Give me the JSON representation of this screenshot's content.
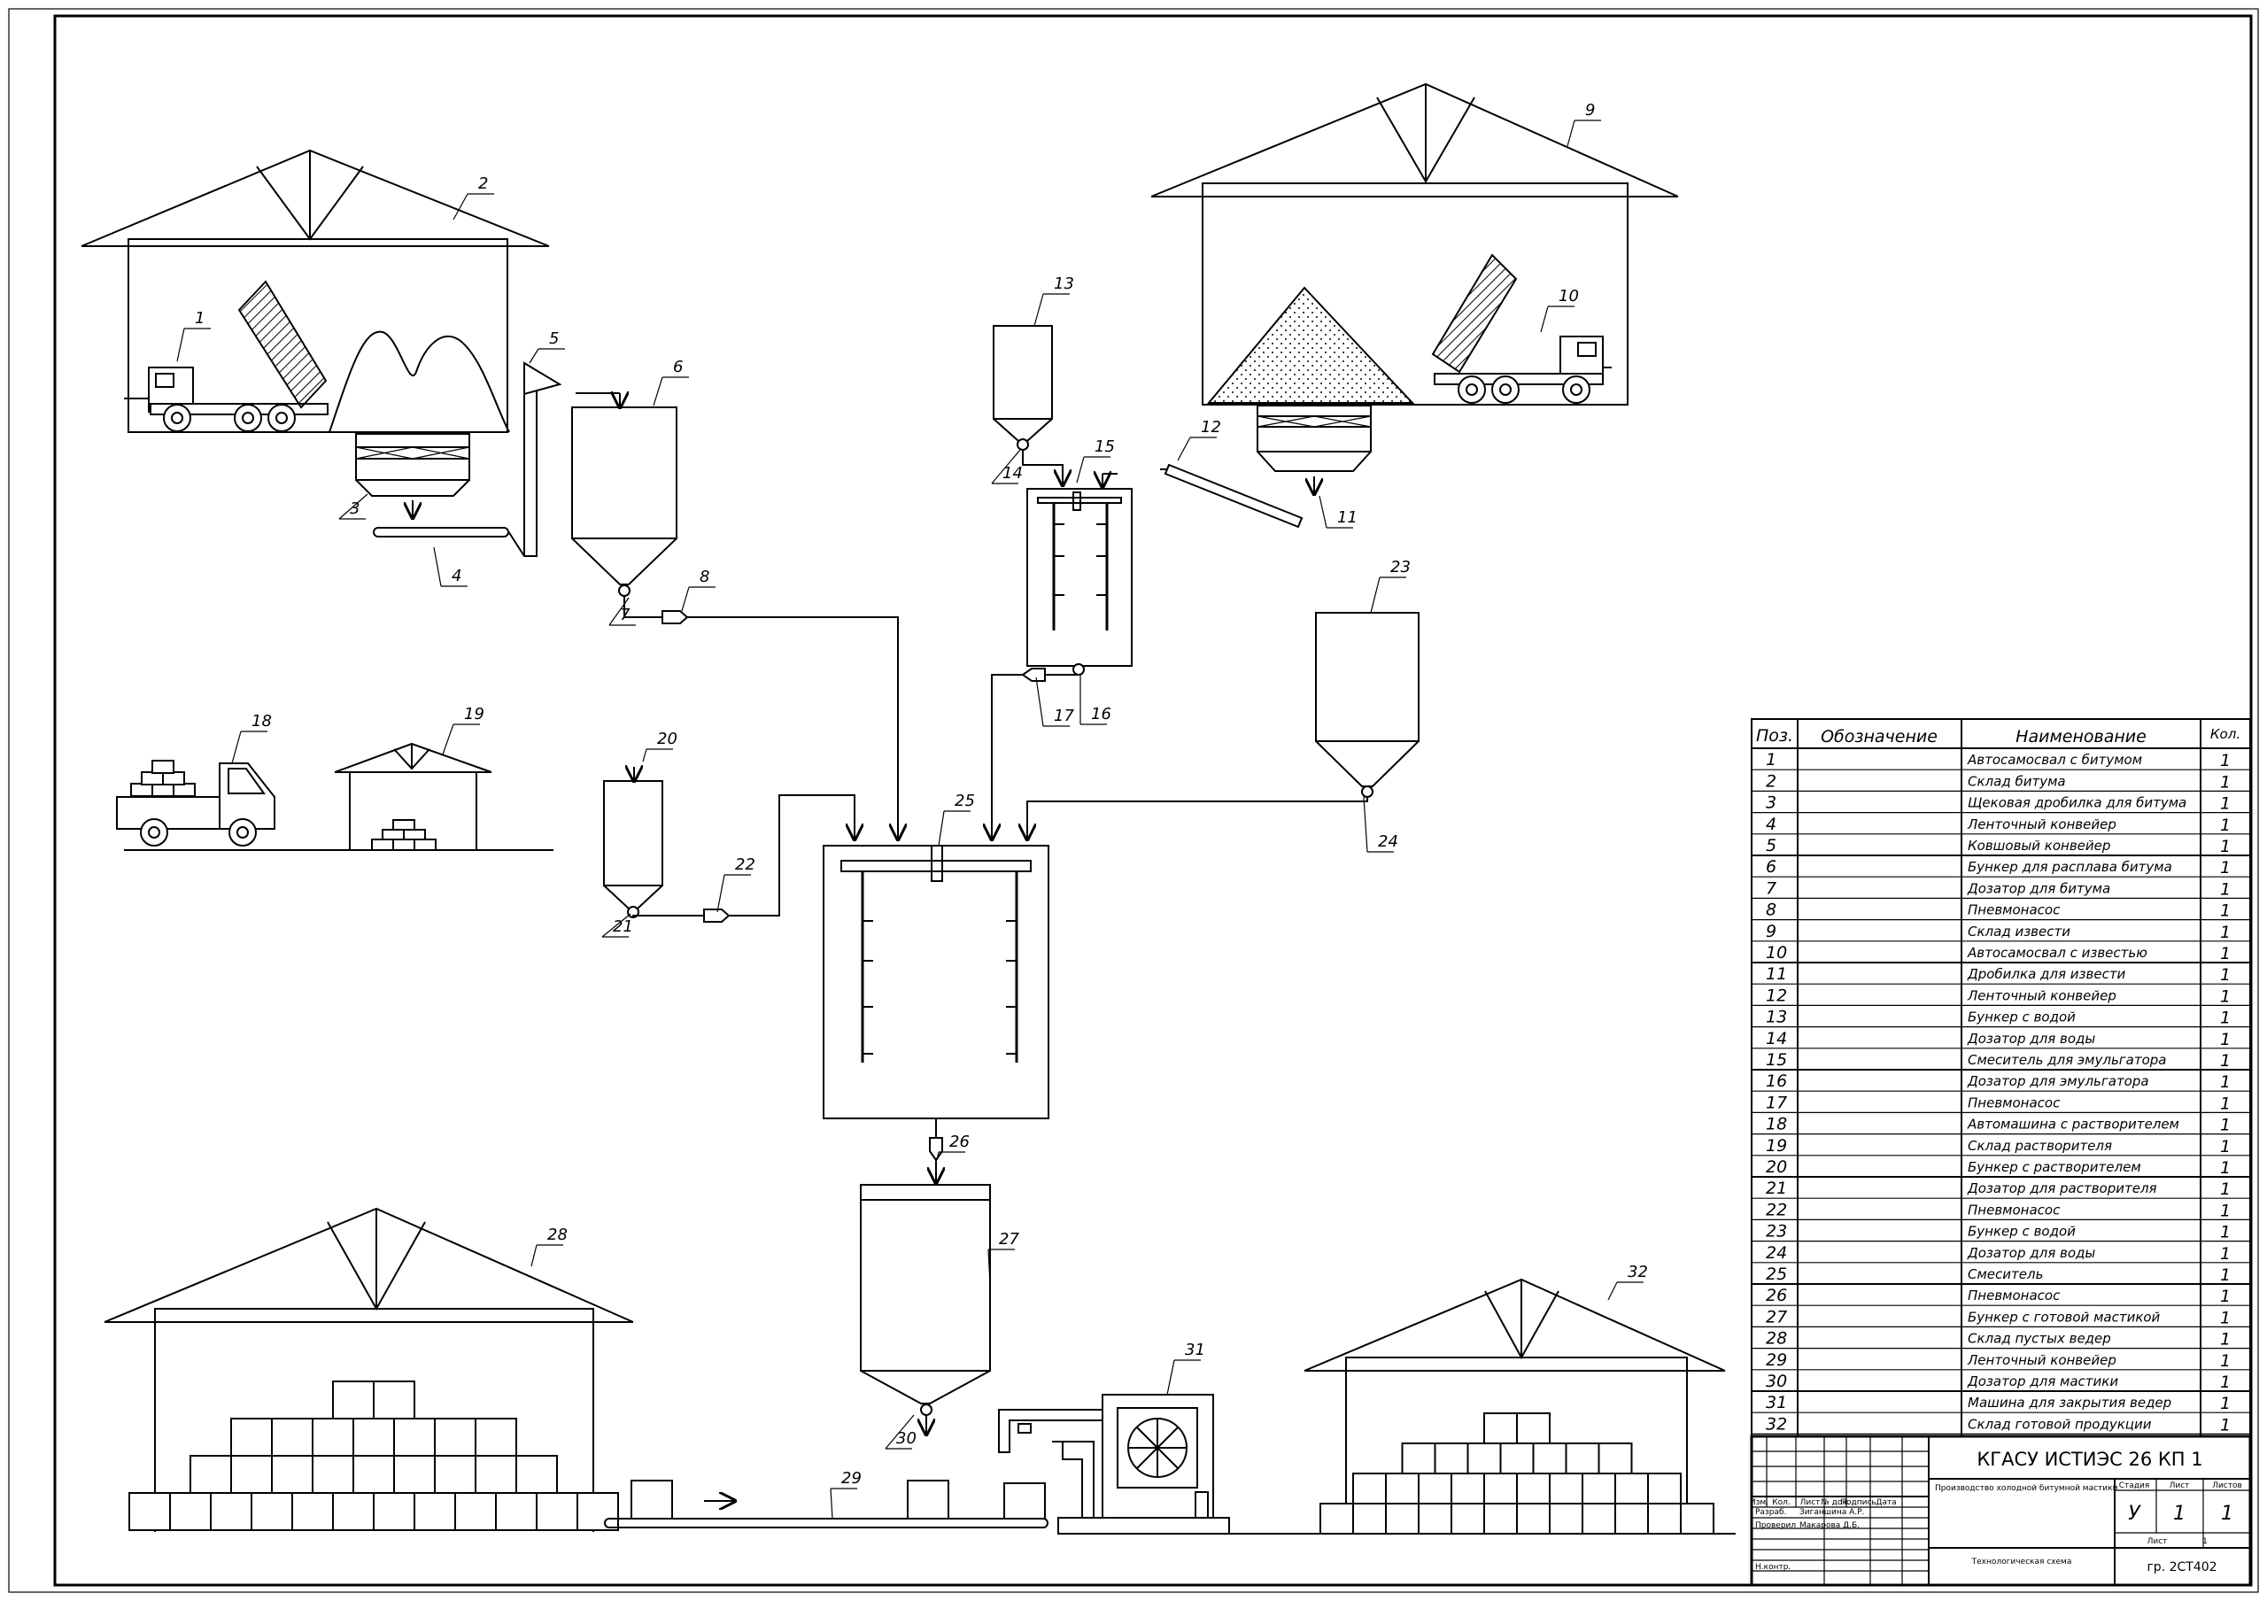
{
  "positions": [
    {
      "label": "1"
    },
    {
      "label": "2"
    },
    {
      "label": "3"
    },
    {
      "label": "4"
    },
    {
      "label": "5"
    },
    {
      "label": "6"
    },
    {
      "label": "7"
    },
    {
      "label": "8"
    },
    {
      "label": "9"
    },
    {
      "label": "10"
    },
    {
      "label": "11"
    },
    {
      "label": "12"
    },
    {
      "label": "13"
    },
    {
      "label": "14"
    },
    {
      "label": "15"
    },
    {
      "label": "16"
    },
    {
      "label": "17"
    },
    {
      "label": "18"
    },
    {
      "label": "19"
    },
    {
      "label": "20"
    },
    {
      "label": "21"
    },
    {
      "label": "22"
    },
    {
      "label": "23"
    },
    {
      "label": "24"
    },
    {
      "label": "25"
    },
    {
      "label": "26"
    },
    {
      "label": "27"
    },
    {
      "label": "28"
    },
    {
      "label": "29"
    },
    {
      "label": "30"
    },
    {
      "label": "31"
    },
    {
      "label": "32"
    }
  ],
  "spec_table": {
    "headers": {
      "pos": "Поз.",
      "designation": "Обозначение",
      "name": "Наименование",
      "qty": "Кол."
    },
    "rows": [
      {
        "pos": "1",
        "name": "Автосамосвал с битумом",
        "qty": "1"
      },
      {
        "pos": "2",
        "name": "Склад битума",
        "qty": "1"
      },
      {
        "pos": "3",
        "name": "Щековая дробилка для битума",
        "qty": "1"
      },
      {
        "pos": "4",
        "name": "Ленточный конвейер",
        "qty": "1"
      },
      {
        "pos": "5",
        "name": "Ковшовый конвейер",
        "qty": "1"
      },
      {
        "pos": "6",
        "name": "Бункер для расплава битума",
        "qty": "1"
      },
      {
        "pos": "7",
        "name": "Дозатор для битума",
        "qty": "1"
      },
      {
        "pos": "8",
        "name": "Пневмонасос",
        "qty": "1"
      },
      {
        "pos": "9",
        "name": "Склад извести",
        "qty": "1"
      },
      {
        "pos": "10",
        "name": "Автосамосвал с известью",
        "qty": "1"
      },
      {
        "pos": "11",
        "name": "Дробилка для извести",
        "qty": "1"
      },
      {
        "pos": "12",
        "name": "Ленточный конвейер",
        "qty": "1"
      },
      {
        "pos": "13",
        "name": "Бункер с водой",
        "qty": "1"
      },
      {
        "pos": "14",
        "name": "Дозатор для воды",
        "qty": "1"
      },
      {
        "pos": "15",
        "name": "Смеситель для эмульгатора",
        "qty": "1"
      },
      {
        "pos": "16",
        "name": "Дозатор для эмульгатора",
        "qty": "1"
      },
      {
        "pos": "17",
        "name": "Пневмонасос",
        "qty": "1"
      },
      {
        "pos": "18",
        "name": "Автомашина с растворителем",
        "qty": "1"
      },
      {
        "pos": "19",
        "name": "Склад растворителя",
        "qty": "1"
      },
      {
        "pos": "20",
        "name": "Бункер с растворителем",
        "qty": "1"
      },
      {
        "pos": "21",
        "name": "Дозатор для растворителя",
        "qty": "1"
      },
      {
        "pos": "22",
        "name": "Пневмонасос",
        "qty": "1"
      },
      {
        "pos": "23",
        "name": "Бункер с водой",
        "qty": "1"
      },
      {
        "pos": "24",
        "name": "Дозатор для воды",
        "qty": "1"
      },
      {
        "pos": "25",
        "name": "Смеситель",
        "qty": "1"
      },
      {
        "pos": "26",
        "name": "Пневмонасос",
        "qty": "1"
      },
      {
        "pos": "27",
        "name": "Бункер с готовой мастикой",
        "qty": "1"
      },
      {
        "pos": "28",
        "name": "Склад пустых ведер",
        "qty": "1"
      },
      {
        "pos": "29",
        "name": "Ленточный конвейер",
        "qty": "1"
      },
      {
        "pos": "30",
        "name": "Дозатор для мастики",
        "qty": "1"
      },
      {
        "pos": "31",
        "name": "Машина для закрытия ведер",
        "qty": "1"
      },
      {
        "pos": "32",
        "name": "Склад готовой продукции",
        "qty": "1"
      }
    ]
  },
  "title_block": {
    "code": "КГАСУ ИСТИЭС 26 КП 1",
    "header_cells": [
      "Изм.",
      "Кол.",
      "Лист",
      "№ док.",
      "Подпись",
      "Дата"
    ],
    "role_developed": "Разраб.",
    "name_developed": "Зиганшина А.Р.",
    "role_checked": "Проверил",
    "name_checked": "Макарова Д.Б.",
    "role_norm": "Н.контр.",
    "doc_title": "Производство холодной битумной мастики",
    "drawing_title": "Технологическая схема",
    "stage_label": "Стадия",
    "sheet_label": "Лист",
    "sheets_label": "Листов",
    "stage": "У",
    "sheet": "1",
    "sheets": "1",
    "sheet_label2": "Лист",
    "sheet_num2": "1",
    "group": "гр. 2СТ402"
  }
}
